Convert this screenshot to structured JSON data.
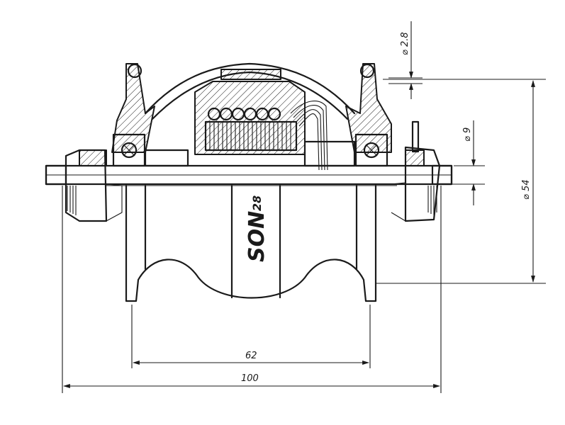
{
  "drawing": {
    "brand": {
      "name": "SON",
      "model": "28"
    },
    "dimensions": {
      "wire_dia": "⌀ 2.8",
      "axle_dia": "⌀ 9",
      "shell_dia": "⌀ 54",
      "flange_spacing": "62",
      "overall_width": "100"
    }
  }
}
